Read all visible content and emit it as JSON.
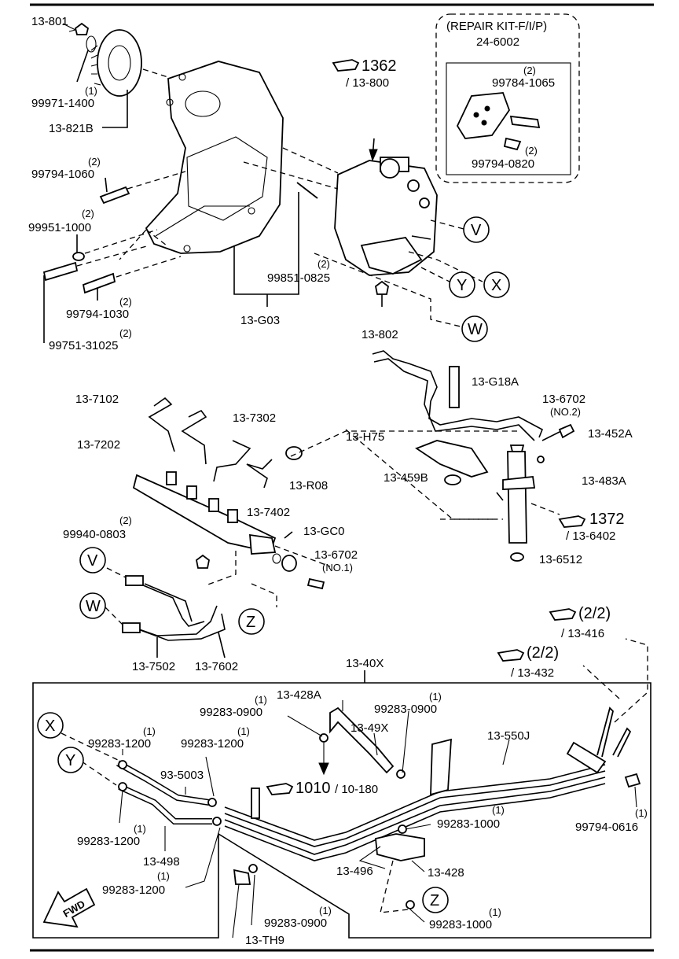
{
  "repair_kit": {
    "title": "(REPAIR KIT-F/I/P)",
    "part": "24-6002",
    "sub1_qty": "(2)",
    "sub1": "99784-1065",
    "sub2_qty": "(2)",
    "sub2": "99794-0820"
  },
  "refs": {
    "r1362": "1362",
    "r1362_sub": "/ 13-800",
    "r1372": "1372",
    "r1372_sub": "/ 13-6402",
    "r1010": "1010",
    "r1010_sub": "/ 10-180",
    "r416": "(2/2)",
    "r416_sub": "/ 13-416",
    "r432": "(2/2)",
    "r432_sub": "/ 13-432"
  },
  "markers": {
    "V": "V",
    "W": "W",
    "X": "X",
    "Y": "Y",
    "Z": "Z"
  },
  "fwd": "FWD",
  "labels": {
    "p13_801": "13-801",
    "p99971_1400_qty": "(1)",
    "p99971_1400": "99971-1400",
    "p13_821B": "13-821B",
    "p99794_1060_qty": "(2)",
    "p99794_1060": "99794-1060",
    "p99951_1000_qty": "(2)",
    "p99951_1000": "99951-1000",
    "p99794_1030_qty": "(2)",
    "p99794_1030": "99794-1030",
    "p99751_31025_qty": "(2)",
    "p99751_31025": "99751-31025",
    "p99851_0825_qty": "(2)",
    "p99851_0825": "99851-0825",
    "p13_G03": "13-G03",
    "p13_802": "13-802",
    "p13_G18A": "13-G18A",
    "p13_6702_2": "13-6702",
    "p13_6702_2_sub": "(NO.2)",
    "p13_452A": "13-452A",
    "p13_H75": "13-H75",
    "p13_459B": "13-459B",
    "p13_483A": "13-483A",
    "p13_6512": "13-6512",
    "p13_7102": "13-7102",
    "p13_7202": "13-7202",
    "p13_7302": "13-7302",
    "p13_R08": "13-R08",
    "p13_7402": "13-7402",
    "p13_GC0": "13-GC0",
    "p99940_0803_qty": "(2)",
    "p99940_0803": "99940-0803",
    "p13_6702_1": "13-6702",
    "p13_6702_1_sub": "(NO.1)",
    "p13_7502": "13-7502",
    "p13_7602": "13-7602",
    "p13_40X": "13-40X",
    "p13_428A": "13-428A",
    "p99283_0900a_qty": "(1)",
    "p99283_0900a": "99283-0900",
    "p99283_0900b_qty": "(1)",
    "p99283_0900b": "99283-0900",
    "p13_49X": "13-49X",
    "p13_550J": "13-550J",
    "p99283_1200a_qty": "(1)",
    "p99283_1200a": "99283-1200",
    "p99283_1200b_qty": "(1)",
    "p99283_1200b": "99283-1200",
    "p93_5003": "93-5003",
    "p99283_1200c_qty": "(1)",
    "p99283_1200c": "99283-1200",
    "p13_498": "13-498",
    "p99283_1200d_qty": "(1)",
    "p99283_1200d": "99283-1200",
    "p99283_1000a_qty": "(1)",
    "p99283_1000a": "99283-1000",
    "p13_496": "13-496",
    "p13_428": "13-428",
    "p99794_0616_qty": "(1)",
    "p99794_0616": "99794-0616",
    "p99283_0900c_qty": "(1)",
    "p99283_0900c": "99283-0900",
    "p99283_1000b_qty": "(1)",
    "p99283_1000b": "99283-1000",
    "p13_TH9": "13-TH9"
  }
}
